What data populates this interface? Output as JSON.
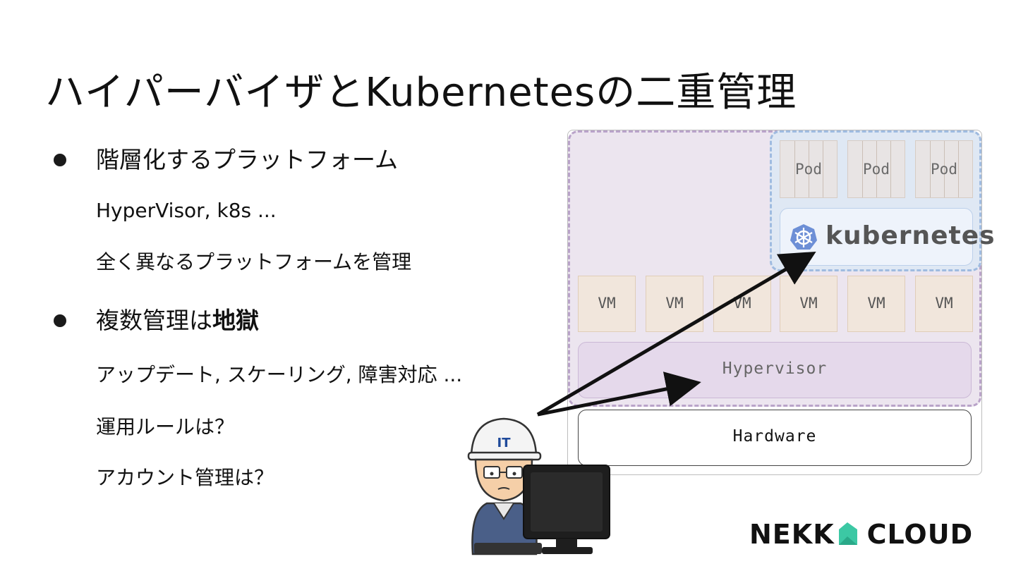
{
  "slide": {
    "title": "ハイパーバイザとKubernetesの二重管理"
  },
  "bullets": [
    {
      "text": "階層化するプラットフォーム",
      "subs": [
        "HyperVisor, k8s ...",
        "全く異なるプラットフォームを管理"
      ]
    },
    {
      "text_prefix": "複数管理は",
      "text_bold": "地獄",
      "subs": [
        "アップデート, スケーリング, 障害対応 ...",
        "運用ルールは？",
        "アカウント管理は？"
      ]
    }
  ],
  "diagram": {
    "pods": [
      "Pod",
      "Pod",
      "Pod"
    ],
    "kubernetes_label": "kubernetes",
    "vms": [
      "VM",
      "VM",
      "VM",
      "VM",
      "VM",
      "VM"
    ],
    "hypervisor_label": "Hypervisor",
    "hardware_label": "Hardware",
    "worker_helmet_text": "IT",
    "colors": {
      "vm_area": "#ece5ef",
      "k8s_area": "#dfe8f4",
      "vm_box": "#f1e6dc",
      "hypervisor": "#e5d9eb",
      "arrow": "#111111"
    }
  },
  "logo": {
    "left_text": "NEKK",
    "right_text": "CLOUD",
    "mark_color": "#3cc8a4"
  }
}
